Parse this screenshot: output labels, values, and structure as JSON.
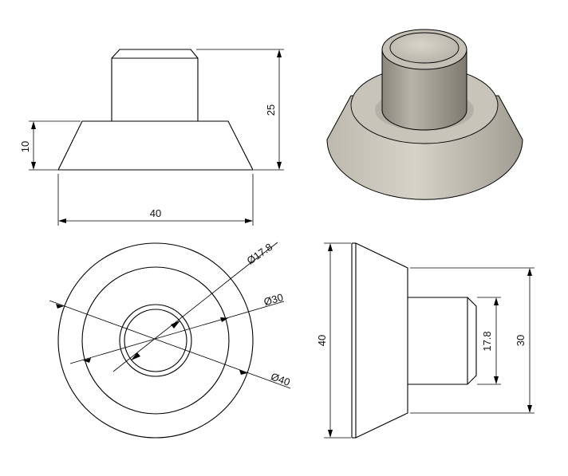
{
  "colors": {
    "line": "#000000",
    "text": "#111111",
    "background": "#ffffff",
    "render_base_light": "#cfcbc1",
    "render_base_dark": "#8f8b80",
    "render_cap": "#bdb9af"
  },
  "dimensions": {
    "front_height_base": "10",
    "front_height_total": "25",
    "front_width": "40",
    "top_dia_small": "Ø17.8",
    "top_dia_mid": "Ø30",
    "top_dia_large": "Ø40",
    "side_height_large": "40",
    "side_height_small": "17.8",
    "side_height_mid": "30"
  }
}
